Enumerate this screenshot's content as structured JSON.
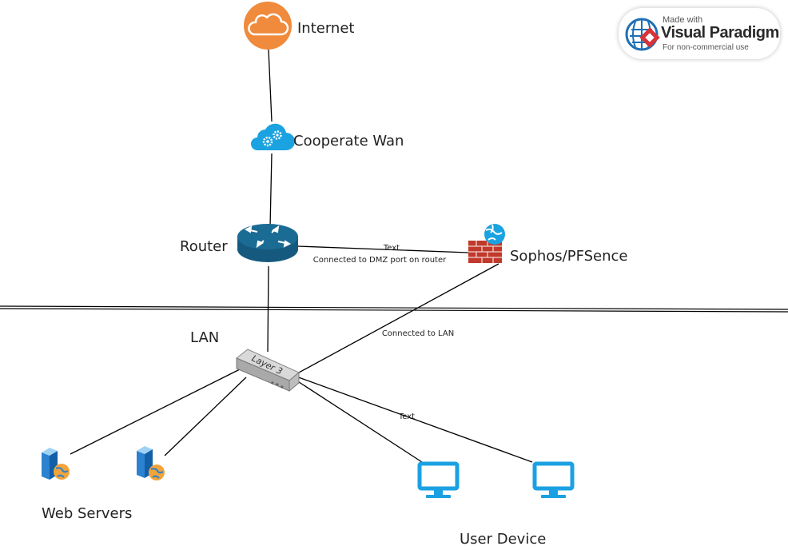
{
  "nodes": {
    "internet": {
      "label": "Internet",
      "icon": "cloud-icon"
    },
    "wan": {
      "label": "Cooperate Wan",
      "icon": "cloud-gears-icon"
    },
    "router": {
      "label": "Router",
      "icon": "router-icon"
    },
    "firewall": {
      "label": "Sophos/PFSence",
      "icon": "firewall-icon"
    },
    "switch": {
      "label": "LAN",
      "device_text": "Layer 3",
      "icon": "layer3-switch-icon"
    },
    "web_servers": {
      "label": "Web Servers",
      "icon": "web-server-icon"
    },
    "user_devices": {
      "label": "User Device",
      "icon": "monitor-icon"
    }
  },
  "edges": {
    "router_firewall": {
      "label_top": "Text",
      "label_bottom": "Connected to DMZ port on router"
    },
    "switch_firewall": {
      "label": "Connected to LAN"
    },
    "switch_user": {
      "label": "Text"
    }
  },
  "badge": {
    "made_with": "Made with",
    "brand": "Visual Paradigm",
    "note": "For non-commercial use"
  },
  "colors": {
    "internet_orange": "#F08A3C",
    "cloud_blue": "#1AA3E0",
    "router_blue": "#1B6C95",
    "firewall_red": "#C0392B",
    "monitor_cyan": "#1BA1E2"
  }
}
